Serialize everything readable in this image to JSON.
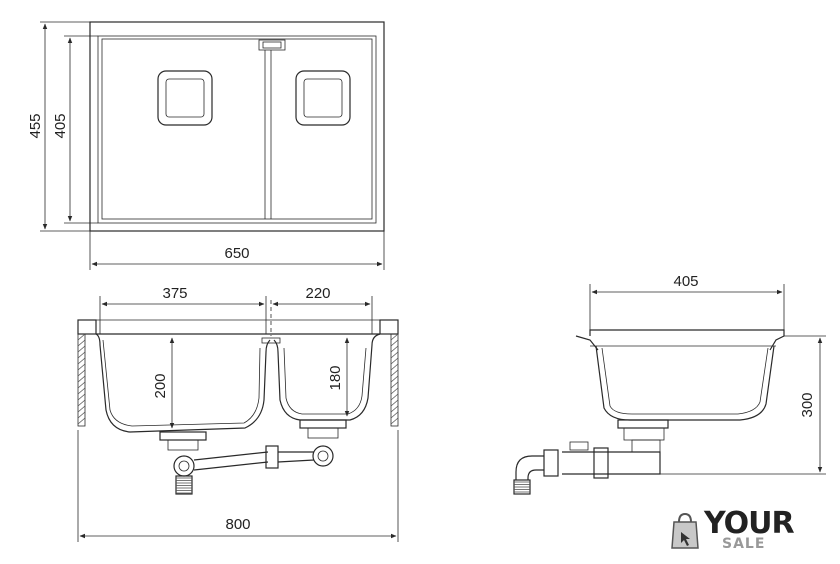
{
  "top_view": {
    "width_label": "650",
    "outer_height_label": "455",
    "inner_height_label": "405"
  },
  "front_view": {
    "large_bowl_width_label": "375",
    "small_bowl_width_label": "220",
    "large_bowl_depth_label": "200",
    "small_bowl_depth_label": "180",
    "cabinet_width_label": "800"
  },
  "side_view": {
    "width_label": "405",
    "height_label": "300"
  },
  "logo": {
    "word": "YOUR",
    "sub": "SALE"
  },
  "colors": {
    "line": "#2a2a2a",
    "logo_text": "#222222",
    "logo_sub": "#999999"
  }
}
